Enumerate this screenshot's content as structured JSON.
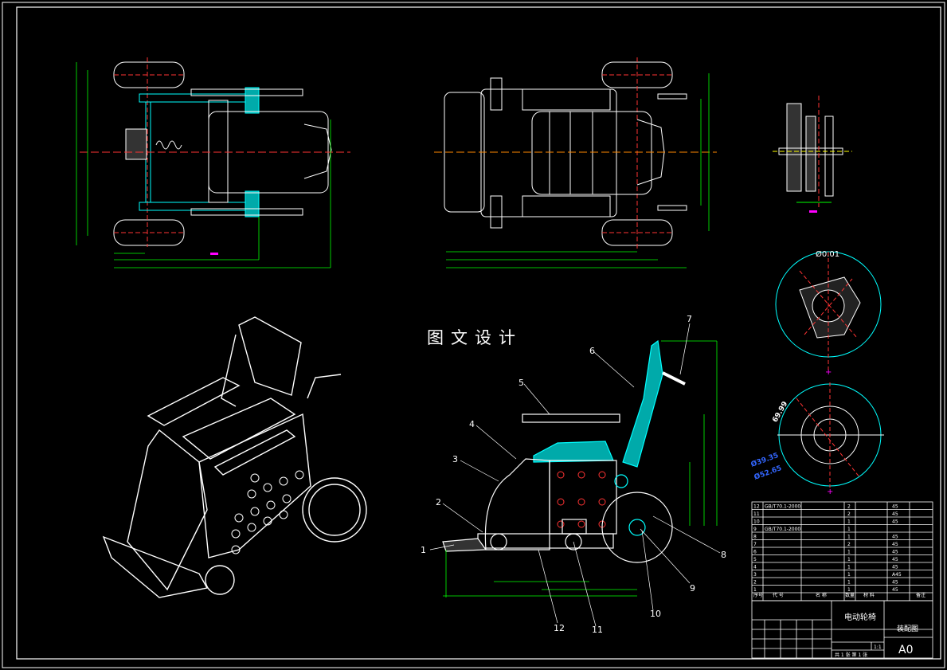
{
  "watermark": "图文设计",
  "callouts": [
    "1",
    "2",
    "3",
    "4",
    "5",
    "6",
    "7",
    "8",
    "9",
    "10",
    "11",
    "12"
  ],
  "detail_tolerance": "Ø0.01",
  "detail_angle": "69.99",
  "detail_dia_1": "Ø39.35",
  "detail_dia_2": "Ø52.65",
  "parts_table": {
    "rows": [
      {
        "no": "12",
        "code": "GB/T70.1-2000",
        "qty": "2",
        "mat": "45"
      },
      {
        "no": "11",
        "code": "",
        "qty": "2",
        "mat": "45"
      },
      {
        "no": "10",
        "code": "",
        "qty": "1",
        "mat": "45"
      },
      {
        "no": "9",
        "code": "GB/T70.1-2000",
        "qty": "1",
        "mat": ""
      },
      {
        "no": "8",
        "code": "",
        "qty": "1",
        "mat": "45"
      },
      {
        "no": "7",
        "code": "",
        "qty": "2",
        "mat": "45"
      },
      {
        "no": "6",
        "code": "",
        "qty": "1",
        "mat": "45"
      },
      {
        "no": "5",
        "code": "",
        "qty": "1",
        "mat": "45"
      },
      {
        "no": "4",
        "code": "",
        "qty": "1",
        "mat": "45"
      },
      {
        "no": "3",
        "code": "",
        "qty": "1",
        "mat": "A45"
      },
      {
        "no": "2",
        "code": "",
        "qty": "1",
        "mat": "45"
      },
      {
        "no": "1",
        "code": "",
        "qty": "1",
        "mat": "45"
      }
    ],
    "header": {
      "c1": "序号",
      "c2": "代 号",
      "c3": "名 称",
      "c4": "数量",
      "c5": "材 料",
      "c6": "备注"
    }
  },
  "title_block": {
    "product_name": "电动轮椅",
    "drawing_type": "装配图",
    "sheet_size": "A0",
    "scale": "1:1",
    "sheet_info": "共 1 张  第 1 张"
  }
}
